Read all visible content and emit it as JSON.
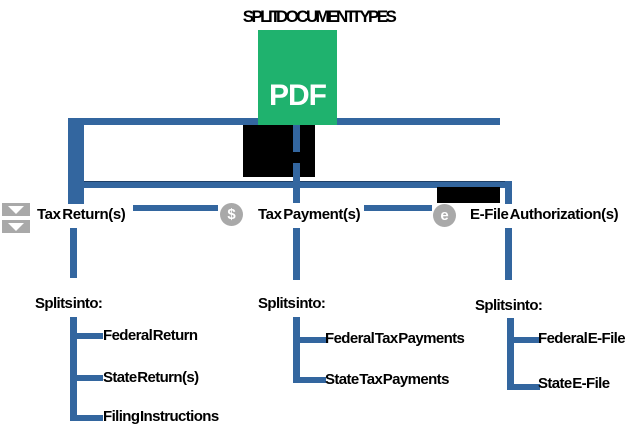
{
  "title": "SPLIT DOCUMENT TYPES",
  "pdf": {
    "label": "PDF"
  },
  "colors": {
    "line_blue": "#33669F",
    "line_blue_dark": "#1E3F66",
    "pdf_green": "#1FB26E",
    "icon_gray": "#A9A9A9",
    "black_box": "#000000",
    "text": "#000000"
  },
  "categories": [
    {
      "label": "Tax Return(s)",
      "icon": "document-tray-icon",
      "splits_label": "Splits into:",
      "items": [
        "Federal Return",
        "State Return(s)",
        "Filing Instructions"
      ]
    },
    {
      "label": "Tax Payment(s)",
      "icon": "dollar-circle-icon",
      "icon_glyph": "$",
      "splits_label": "Splits into:",
      "items": [
        "Federal Tax Payments",
        "State Tax Payments"
      ]
    },
    {
      "label": "E-File Authorization(s)",
      "icon": "e-circle-icon",
      "icon_glyph": "e",
      "splits_label": "Splits into:",
      "items": [
        "Federal E-File",
        "State E-File"
      ]
    }
  ]
}
